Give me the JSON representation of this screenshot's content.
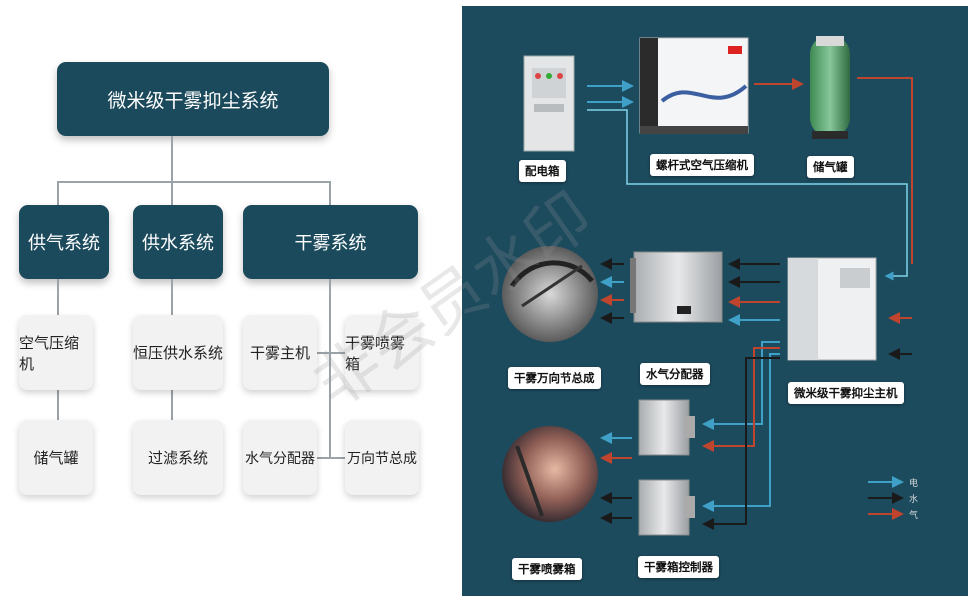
{
  "left": {
    "root": "微米级干雾抑尘系统",
    "branches": [
      {
        "title": "供气系统",
        "items": [
          "空气压缩机",
          "储气罐"
        ]
      },
      {
        "title": "供水系统",
        "items": [
          "恒压供水系统",
          "过滤系统"
        ]
      },
      {
        "title": "干雾系统",
        "items": [
          "干雾主机",
          "干雾喷雾箱",
          "水气分配器",
          "万向节总成"
        ]
      }
    ]
  },
  "right": {
    "labels": {
      "power_box": "配电箱",
      "compressor": "螺杆式空气压缩机",
      "air_tank": "储气罐",
      "universal_joint": "干雾万向节总成",
      "distributor": "水气分配器",
      "main_unit": "微米级干雾抑尘主机",
      "spray_box": "干雾喷雾箱",
      "control_box": "干雾箱控制器"
    },
    "legend": [
      "电",
      "水",
      "气"
    ],
    "colors": {
      "air": "#c0452e",
      "water": "#3fa0c8",
      "power": "#2a2a2a",
      "line": "#7fd3e8"
    }
  },
  "watermark": "非会员水印"
}
